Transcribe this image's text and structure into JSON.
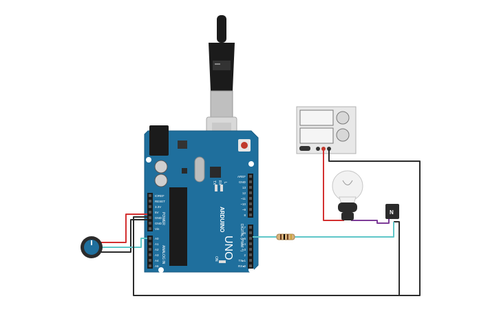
{
  "board": {
    "brand": "ARDUINO",
    "model": "UNO",
    "brand_color": "#1f6f9d",
    "on_label": "ON",
    "tx_label": "TX",
    "rx_label": "RX",
    "l_label": "L",
    "power_header_title": "POWER",
    "power_pins": [
      "IOREF",
      "RESET",
      "3.3V",
      "5V",
      "GND",
      "GND",
      "Vin"
    ],
    "analog_header_title": "ANALOG IN",
    "analog_pins": [
      "A0",
      "A1",
      "A2",
      "A3",
      "A4",
      "A5"
    ],
    "digital_header_title": "DIGITAL (PWM ~)",
    "digital_pins_top": [
      "AREF",
      "GND",
      "13",
      "12",
      "~11",
      "~10",
      "~9",
      "8"
    ],
    "digital_pins_bottom": [
      "7",
      "~6",
      "~5",
      "4",
      "~3",
      "2",
      "TX▸1",
      "RX◂0"
    ]
  },
  "components": {
    "transistor_label": "N",
    "power_supply": {
      "terminal_colors": [
        "#333333",
        "#c0392b",
        "#333333"
      ]
    }
  },
  "wires": {
    "red": "#d32f2f",
    "black": "#2b2b2b",
    "teal": "#5ec6c8",
    "purple": "#7d3c98"
  }
}
